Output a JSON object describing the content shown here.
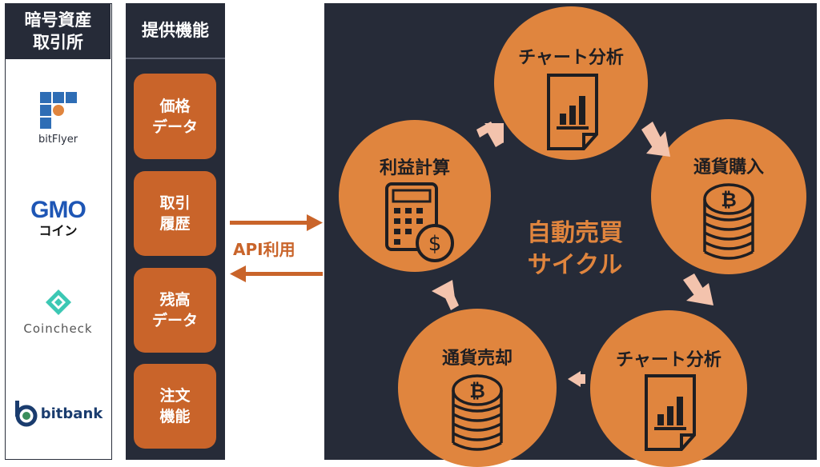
{
  "exchanges": {
    "title": "暗号資産\n取引所",
    "items": [
      {
        "name": "bitFlyer"
      },
      {
        "name": "GMO",
        "sub": "コイン"
      },
      {
        "name": "Coincheck"
      },
      {
        "name": "bitbank"
      }
    ]
  },
  "features": {
    "title": "提供機能",
    "items": [
      {
        "label": "価格\nデータ"
      },
      {
        "label": "取引\n履歴"
      },
      {
        "label": "残高\nデータ"
      },
      {
        "label": "注文\n機能"
      }
    ]
  },
  "api_label": "API利用",
  "cycle": {
    "center": "自動売買\nサイクル",
    "nodes": [
      {
        "label": "チャート分析",
        "icon": "chart-document-icon"
      },
      {
        "label": "通貨購入",
        "icon": "bitcoin-coins-icon"
      },
      {
        "label": "チャート分析",
        "icon": "chart-document-icon"
      },
      {
        "label": "通貨売却",
        "icon": "bitcoin-coins-icon"
      },
      {
        "label": "利益計算",
        "icon": "calculator-dollar-icon"
      }
    ]
  },
  "colors": {
    "panel": "#262b38",
    "node": "#e0853e",
    "button": "#c9642a",
    "arrow": "#f3c3ad"
  }
}
